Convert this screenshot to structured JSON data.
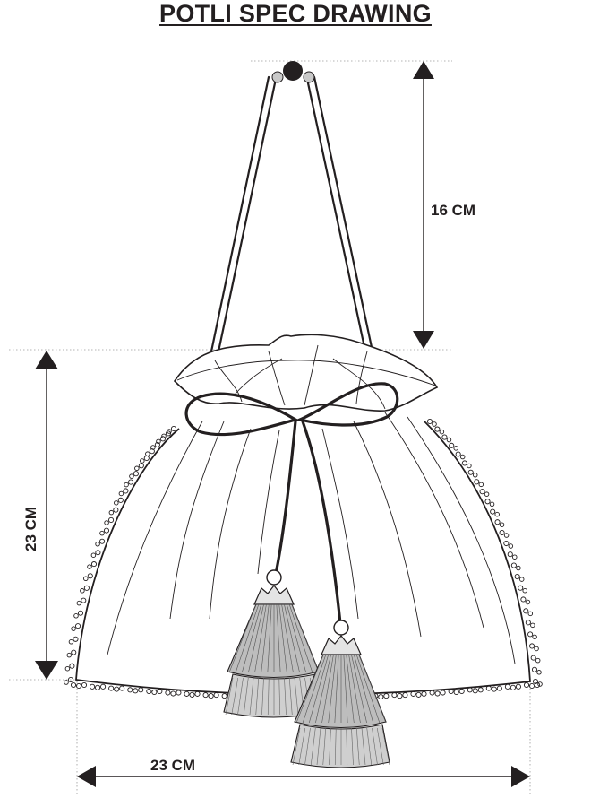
{
  "title": "POTLI SPEC DRAWING",
  "dimensions": {
    "handle_height": "16 CM",
    "body_height": "23 CM",
    "body_width": "23 CM"
  }
}
